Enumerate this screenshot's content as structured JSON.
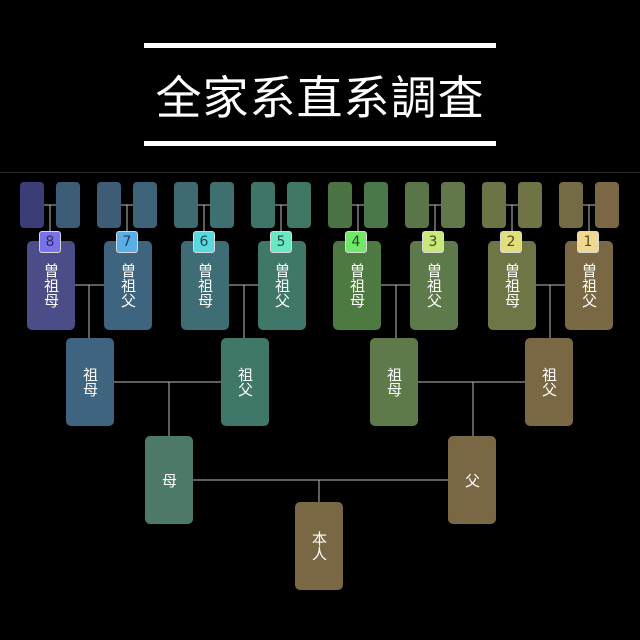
{
  "title": "全家系直系調査",
  "self": {
    "label": "本人",
    "color": "#7a6845"
  },
  "parents": [
    {
      "id": "mother",
      "label": "母",
      "color": "#4d7a66"
    },
    {
      "id": "father",
      "label": "父",
      "color": "#7a6845"
    }
  ],
  "grandparents": [
    {
      "id": "gm1",
      "label": "祖母",
      "color": "#3e6480"
    },
    {
      "id": "gf1",
      "label": "祖父",
      "color": "#3f7868"
    },
    {
      "id": "gm2",
      "label": "祖母",
      "color": "#5e7a4a"
    },
    {
      "id": "gf2",
      "label": "祖父",
      "color": "#7a6845"
    }
  ],
  "great_grandparents": [
    {
      "number": "8",
      "label": "曽祖母",
      "color": "#4a4d88",
      "badge_color": "#7a72e8",
      "badge_text_color": "#2d2d60"
    },
    {
      "number": "7",
      "label": "曽祖父",
      "color": "#3e6480",
      "badge_color": "#5aaee8",
      "badge_text_color": "#1d3e58"
    },
    {
      "number": "6",
      "label": "曽祖母",
      "color": "#3e6d76",
      "badge_color": "#5ad8e0",
      "badge_text_color": "#1d4650"
    },
    {
      "number": "5",
      "label": "曽祖父",
      "color": "#3f7868",
      "badge_color": "#6ae8c4",
      "badge_text_color": "#1d4a40"
    },
    {
      "number": "4",
      "label": "曽祖母",
      "color": "#4d7a40",
      "badge_color": "#72e868",
      "badge_text_color": "#244a20"
    },
    {
      "number": "3",
      "label": "曽祖父",
      "color": "#5e7a4a",
      "badge_color": "#c8e87a",
      "badge_text_color": "#3a4a20"
    },
    {
      "number": "2",
      "label": "曽祖母",
      "color": "#6e7645",
      "badge_color": "#e0e07a",
      "badge_text_color": "#4a4a20"
    },
    {
      "number": "1",
      "label": "曽祖父",
      "color": "#7a6845",
      "badge_color": "#f0d890",
      "badge_text_color": "#5a4820"
    }
  ],
  "ancestor_pairs": [
    {
      "left": "#3b3d78",
      "right": "#3d5c78"
    },
    {
      "left": "#3e5c76",
      "right": "#3e6278"
    },
    {
      "left": "#3e6a72",
      "right": "#3e7070"
    },
    {
      "left": "#3f7468",
      "right": "#407664"
    },
    {
      "left": "#4a7242",
      "right": "#4a7848"
    },
    {
      "left": "#5a7648",
      "right": "#62784a"
    },
    {
      "left": "#6a7445",
      "right": "#707445"
    },
    {
      "left": "#746a45",
      "right": "#7a6845"
    }
  ]
}
